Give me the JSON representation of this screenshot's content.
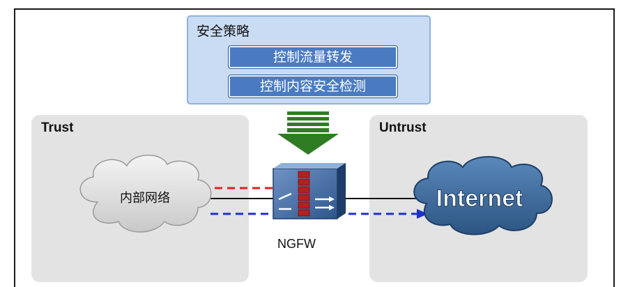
{
  "policy": {
    "title": "安全策略",
    "items": [
      "控制流量转发",
      "控制内容安全检测"
    ]
  },
  "zones": {
    "trust": "Trust",
    "untrust": "Untrust"
  },
  "nodes": {
    "internal_network": "内部网络",
    "internet": "Internet",
    "firewall": "NGFW"
  },
  "colors": {
    "policy_fill": "#c9dcf4",
    "button_fill": "#4a7bc2",
    "zone_fill": "#e3e3e3",
    "arrow_green": "#2f7d22",
    "blocked_flow": "#e02020",
    "allowed_flow": "#1c2fd0",
    "internet_cloud": "#3d6b9e"
  }
}
